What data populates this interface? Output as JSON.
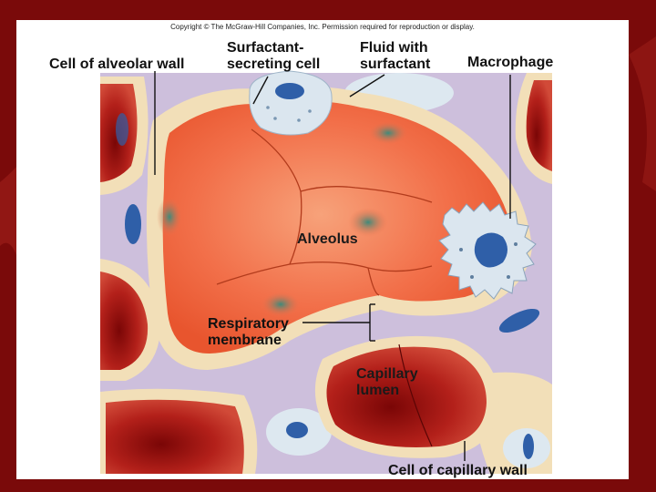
{
  "copyright": "Copyright © The McGraw-Hill Companies, Inc. Permission required for reproduction or display.",
  "labels": {
    "cell_of_alveolar_wall": "Cell of alveolar wall",
    "surfactant_line1": "Surfactant-",
    "surfactant_line2": "secreting cell",
    "fluid_line1": "Fluid with",
    "fluid_line2": "surfactant",
    "macrophage": "Macrophage",
    "alveolus": "Alveolus",
    "respiratory_line1": "Respiratory",
    "respiratory_line2": "membrane",
    "capillary_line1": "Capillary",
    "capillary_line2": "lumen",
    "cell_of_capillary_wall": "Cell of capillary wall"
  },
  "colors": {
    "slide_background": "#7a0a0a",
    "panel": "#ffffff",
    "tissue_lavender": "#cdbfdc",
    "wall_cream": "#f2dfb8",
    "alveolus_orange": "#f26a3e",
    "blood_red": "#b3201a",
    "nucleus_blue": "#2f5fa8",
    "macrophage_pale": "#dbe6ef"
  }
}
